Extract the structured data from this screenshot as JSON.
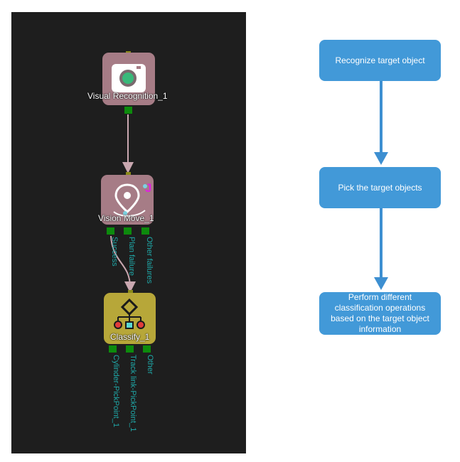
{
  "graph": {
    "nodes": {
      "visual_recognition": {
        "label": "Visual Recognition_1",
        "icon": "camera-icon"
      },
      "vision_move": {
        "label": "Vision Move_1",
        "icon": "location-pin-icon",
        "badge": "J",
        "ports": [
          "Success",
          "Plan failure",
          "Other failures"
        ]
      },
      "classify": {
        "label": "Classify_1",
        "icon": "classify-icon",
        "ports": [
          "Cylinder-PickPoint_1",
          "Track link-PickPoint_1",
          "Other"
        ]
      }
    },
    "colors": {
      "panel": "#1e1e1e",
      "node_pink": "#a67c86",
      "node_yellow": "#b7a739",
      "port_out": "#0d8a0d",
      "port_in": "#8b8b1a",
      "port_text": "#1fa7a7",
      "connector": "#c9a7b0"
    }
  },
  "flowchart": {
    "steps": [
      "Recognize target object",
      "Pick the target objects",
      "Perform different classification operations based on the target object information"
    ],
    "colors": {
      "box": "#4299d8",
      "arrow": "#3d8fd1"
    }
  }
}
